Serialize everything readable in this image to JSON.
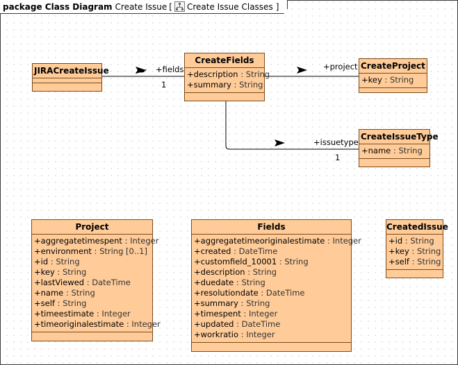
{
  "header": {
    "keyword": "package Class Diagram",
    "name": "Create Issue",
    "bracket_open": "[",
    "owner": "Create Issue Classes",
    "bracket_close": "]"
  },
  "classes": {
    "jira": {
      "name": "JIRACreateIssue",
      "attributes": []
    },
    "fields_top": {
      "name": "CreateFields",
      "attributes": [
        {
          "vis": "+",
          "name": "description",
          "type": "String"
        },
        {
          "vis": "+",
          "name": "summary",
          "type": "String"
        }
      ]
    },
    "create_project": {
      "name": "CreateProject",
      "attributes": [
        {
          "vis": "+",
          "name": "key",
          "type": "String"
        }
      ]
    },
    "create_issue_type": {
      "name": "CreateIssueType",
      "attributes": [
        {
          "vis": "+",
          "name": "name",
          "type": "String"
        }
      ]
    },
    "project": {
      "name": "Project",
      "attributes": [
        {
          "vis": "+",
          "name": "aggregatetimespent",
          "type": "Integer"
        },
        {
          "vis": "+",
          "name": "environment",
          "type": "String [0..1]"
        },
        {
          "vis": "+",
          "name": "id",
          "type": "String"
        },
        {
          "vis": "+",
          "name": "key",
          "type": "String"
        },
        {
          "vis": "+",
          "name": "lastViewed",
          "type": "DateTime"
        },
        {
          "vis": "+",
          "name": "name",
          "type": "String"
        },
        {
          "vis": "+",
          "name": "self",
          "type": "String"
        },
        {
          "vis": "+",
          "name": "timeestimate",
          "type": "Integer"
        },
        {
          "vis": "+",
          "name": "timeoriginalestimate",
          "type": "Integer"
        }
      ]
    },
    "fields": {
      "name": "Fields",
      "attributes": [
        {
          "vis": "+",
          "name": "aggregatetimeoriginalestimate",
          "type": "Integer"
        },
        {
          "vis": "+",
          "name": "created",
          "type": "DateTime"
        },
        {
          "vis": "+",
          "name": "customfield_10001",
          "type": "String"
        },
        {
          "vis": "+",
          "name": "description",
          "type": "String"
        },
        {
          "vis": "+",
          "name": "duedate",
          "type": "String"
        },
        {
          "vis": "+",
          "name": "resolutiondate",
          "type": "DateTime"
        },
        {
          "vis": "+",
          "name": "summary",
          "type": "String"
        },
        {
          "vis": "+",
          "name": "timespent",
          "type": "Integer"
        },
        {
          "vis": "+",
          "name": "updated",
          "type": "DateTime"
        },
        {
          "vis": "+",
          "name": "workratio",
          "type": "Integer"
        }
      ]
    },
    "created_issue": {
      "name": "CreatedIssue",
      "attributes": [
        {
          "vis": "+",
          "name": "id",
          "type": "String"
        },
        {
          "vis": "+",
          "name": "key",
          "type": "String"
        },
        {
          "vis": "+",
          "name": "self",
          "type": "String"
        }
      ]
    }
  },
  "associations": {
    "fields_role": "+fields",
    "fields_mult": "1",
    "project_role": "+project",
    "issuetype_role": "+issuetype",
    "issuetype_mult": "1"
  },
  "colors": {
    "class_fill": "#ffcc99",
    "class_border": "#7a4a1a",
    "line": "#000000"
  }
}
